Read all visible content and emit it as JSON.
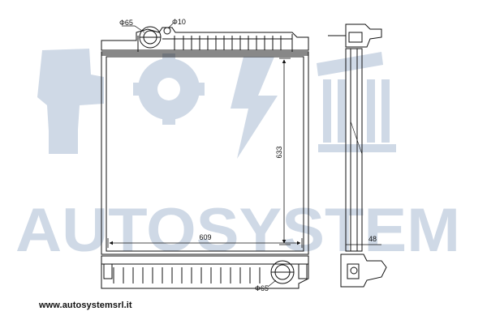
{
  "watermark": {
    "text": "AUTOSYSTEM",
    "color": "#cfd9e6"
  },
  "dimensions": {
    "top_tank_large_port": "Ф65",
    "top_tank_small_port": "Ф10",
    "bottom_tank_port": "Ф65",
    "core_width": "609",
    "core_height": "633",
    "depth": "48"
  },
  "footer": {
    "website": "www.autosystemsrl.it"
  },
  "colors": {
    "line": "#111111",
    "watermark": "#cfd9e6"
  }
}
